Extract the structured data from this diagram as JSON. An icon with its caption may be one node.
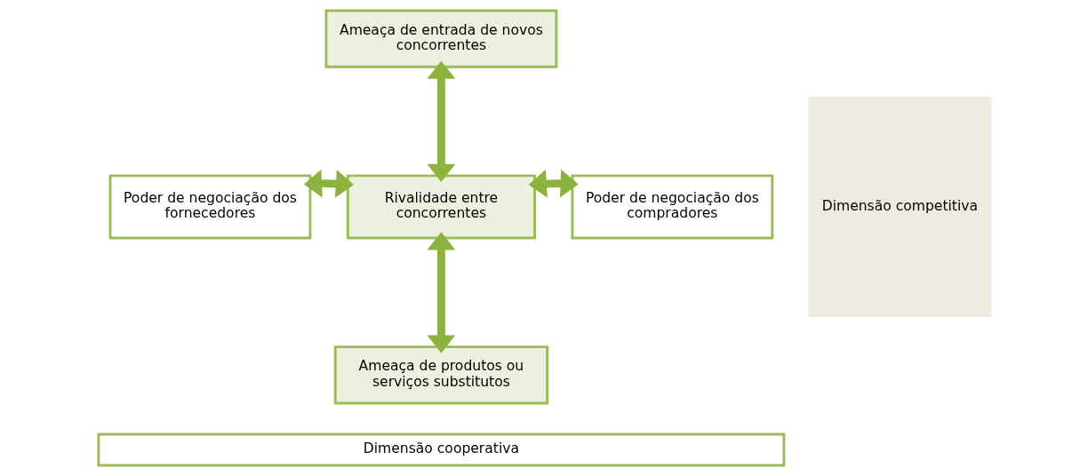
{
  "diagram": {
    "nodes": [
      {
        "text": [
          "Ameaça de entrada de novos concorrentes"
        ]
      },
      {
        "text": [
          "Poder de negociação dos fornecedores"
        ]
      },
      {
        "text": [
          "Rivalidade entre concorrentes"
        ]
      },
      {
        "text": [
          "Poder de negociação dos compradores"
        ]
      },
      {
        "text": [
          "Ameaça de produtos ou serviços substitutos"
        ]
      },
      {
        "text": [
          "Dimensão cooperativa"
        ]
      },
      {
        "text": [
          "Dimensão competitiva"
        ]
      }
    ],
    "edges": [
      {
        "from": 0,
        "to": 2,
        "arrow": "both"
      },
      {
        "from": 1,
        "to": 2,
        "arrow": "both"
      },
      {
        "from": 2,
        "to": 3,
        "arrow": "both"
      },
      {
        "from": 2,
        "to": 4,
        "arrow": "both"
      }
    ]
  }
}
